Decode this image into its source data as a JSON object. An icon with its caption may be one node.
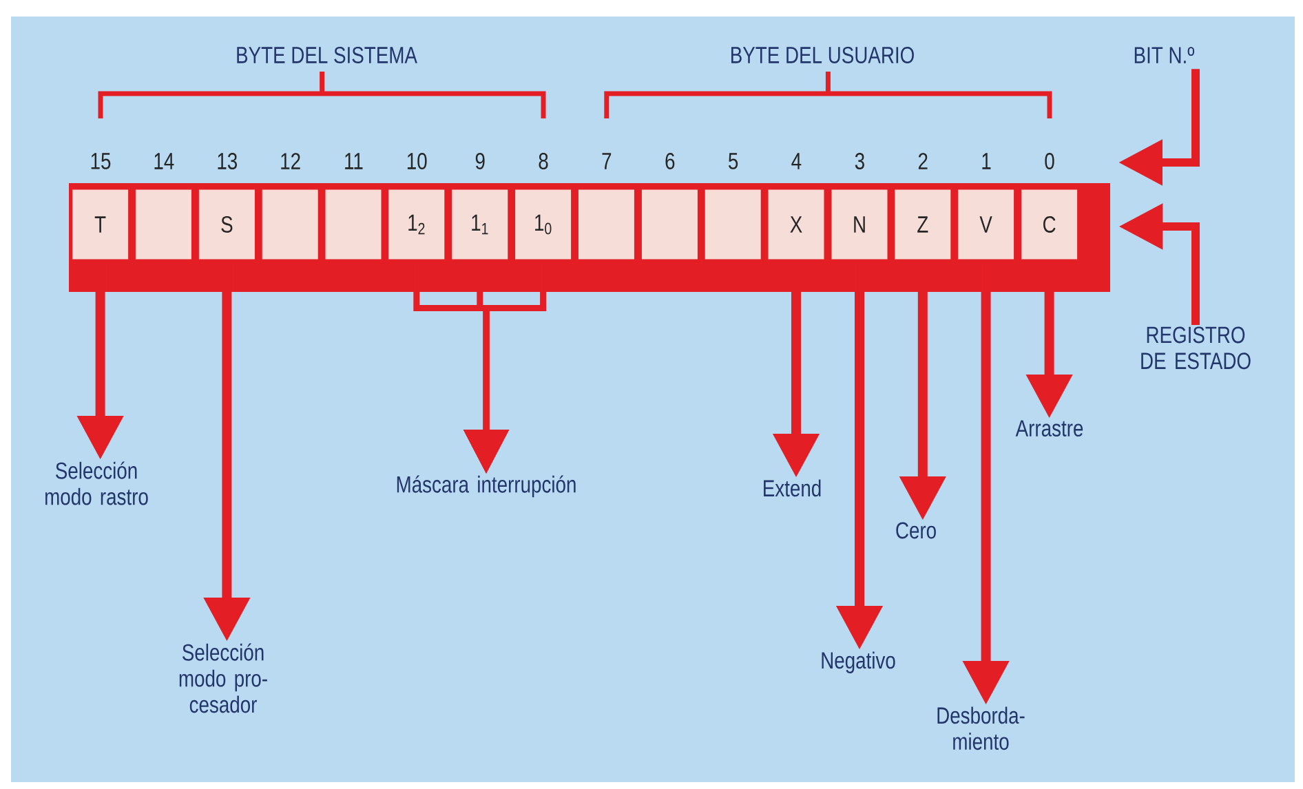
{
  "diagram": {
    "nodes": [
      {
        "text": [],
        "shape": "bar"
      },
      {
        "text": [
          "T"
        ],
        "in": 0
      },
      {
        "text": [],
        "shape": "box",
        "in": 0
      },
      {
        "text": [
          "S"
        ],
        "in": 0
      },
      {
        "text": [],
        "shape": "box",
        "in": 0
      },
      {
        "text": [],
        "shape": "box",
        "in": 0
      },
      {
        "text": [
          "1$_{2}$"
        ],
        "in": 0
      },
      {
        "text": [
          "1$_{1}$"
        ],
        "in": 0
      },
      {
        "text": [
          "1$_{0}$"
        ],
        "in": 0
      },
      {
        "text": [],
        "shape": "box",
        "in": 0
      },
      {
        "text": [],
        "shape": "box",
        "in": 0
      },
      {
        "text": [],
        "shape": "box",
        "in": 0
      },
      {
        "text": [
          "X"
        ],
        "in": 0
      },
      {
        "text": [
          "N"
        ],
        "in": 0
      },
      {
        "text": [
          "Z"
        ],
        "in": 0
      },
      {
        "text": [
          "V"
        ],
        "in": 0
      },
      {
        "text": [
          "C"
        ],
        "in": 0
      },
      {
        "text": [
          "Selección modo rastro"
        ]
      },
      {
        "text": [
          "Selección modo pro- cesador"
        ]
      },
      {
        "text": [
          "Máscara interrupción"
        ]
      },
      {
        "text": [
          "Extend"
        ]
      },
      {
        "text": [
          "Negativo"
        ]
      },
      {
        "text": [
          "Cero"
        ]
      },
      {
        "text": [
          "Desborda- miento"
        ]
      },
      {
        "text": [
          "Arrastre"
        ]
      },
      {
        "text": [
          "REGISTRO DE ESTADO"
        ]
      },
      {
        "text": [
          "BIT N.º"
        ]
      }
    ],
    "edges": [
      {
        "from": 1,
        "to": 17,
        "arrow": "to"
      },
      {
        "from": 3,
        "to": 18,
        "arrow": "to"
      },
      {
        "from": 6,
        "to": 19,
        "arrow": "to"
      },
      {
        "from": 7,
        "to": 19,
        "arrow": "to"
      },
      {
        "from": 8,
        "to": 19,
        "arrow": "to"
      },
      {
        "from": 12,
        "to": 20,
        "arrow": "to"
      },
      {
        "from": 13,
        "to": 21,
        "arrow": "to"
      },
      {
        "from": 14,
        "to": 22,
        "arrow": "to"
      },
      {
        "from": 15,
        "to": 23,
        "arrow": "to"
      },
      {
        "from": 16,
        "to": 24,
        "arrow": "to"
      },
      {
        "from": 25,
        "to": 0,
        "arrow": "to"
      },
      {
        "from": 26,
        "to": null,
        "arrow": "to"
      }
    ],
    "labels": [
      "BYTE DEL SISTEMA",
      "BYTE DEL USUARIO",
      "15",
      "14",
      "13",
      "12",
      "11",
      "10",
      "9",
      "8",
      "7",
      "6",
      "5",
      "4",
      "3",
      "2",
      "1",
      "0"
    ]
  }
}
